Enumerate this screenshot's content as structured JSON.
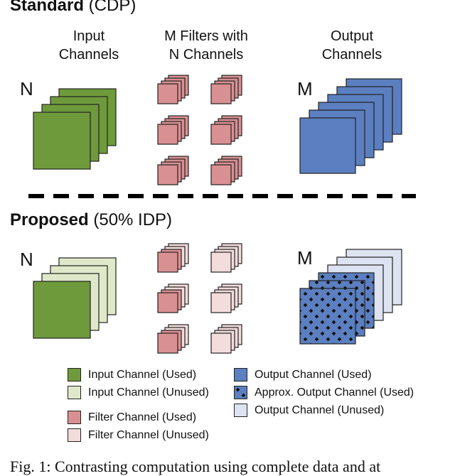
{
  "standard": {
    "title_bold": "Standard",
    "title_rest": " (CDP)",
    "input_header": [
      "Input",
      "Channels"
    ],
    "filter_header": [
      "M Filters with",
      "N Channels"
    ],
    "output_header": [
      "Output",
      "Channels"
    ],
    "n_label": "N",
    "m_label": "M"
  },
  "proposed": {
    "title_bold": "Proposed",
    "title_rest": " (50% IDP)",
    "n_label": "N",
    "m_label": "M"
  },
  "legend": {
    "input_used": "Input Channel (Used)",
    "input_unused": "Input Channel (Unused)",
    "filter_used": "Filter Channel (Used)",
    "filter_unused": "Filter Channel (Unused)",
    "output_used": "Output Channel (Used)",
    "output_approx": "Approx. Output Channel (Used)",
    "output_unused": "Output Channel (Unused)"
  },
  "caption": "Fig. 1: Contrasting computation using complete data and at",
  "colors": {
    "input_used": "#6f9a3c",
    "input_unused": "#dfe9c9",
    "filter_used": "#d99092",
    "filter_unused": "#f3dcdc",
    "output_used": "#5b7fc0",
    "output_unused": "#dde3f1",
    "stroke": "#222222"
  }
}
